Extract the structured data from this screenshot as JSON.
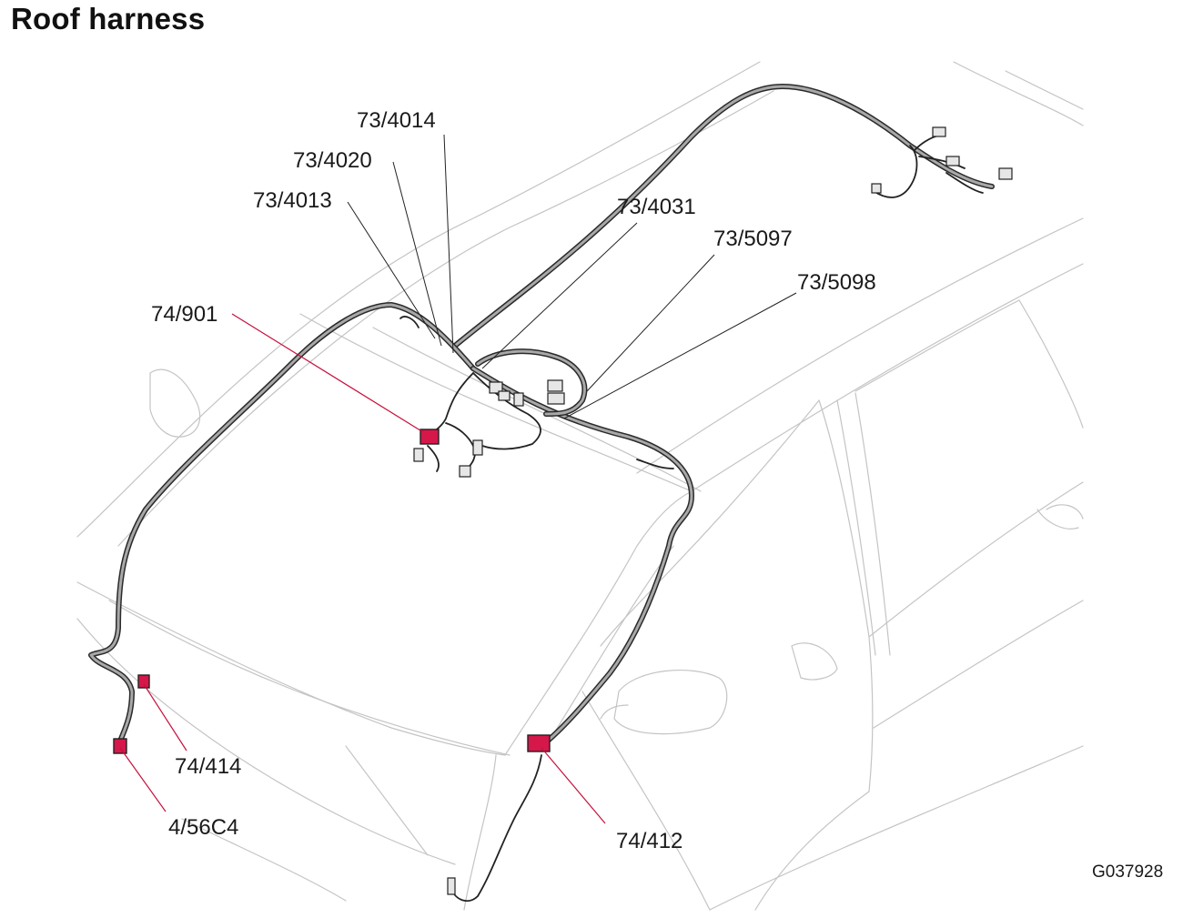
{
  "title": "Roof harness",
  "figure_code": "G037928",
  "callouts": [
    {
      "id": "c-73-4014",
      "label": "73/4014"
    },
    {
      "id": "c-73-4020",
      "label": "73/4020"
    },
    {
      "id": "c-73-4013",
      "label": "73/4013"
    },
    {
      "id": "c-73-4031",
      "label": "73/4031"
    },
    {
      "id": "c-73-5097",
      "label": "73/5097"
    },
    {
      "id": "c-73-5098",
      "label": "73/5098"
    },
    {
      "id": "c-74-901",
      "label": "74/901"
    },
    {
      "id": "c-74-414",
      "label": "74/414"
    },
    {
      "id": "c-4-56c4",
      "label": "4/56C4"
    },
    {
      "id": "c-74-412",
      "label": "74/412"
    }
  ],
  "colors": {
    "highlight_connector": "#d6174a",
    "highlight_leader": "#c8103c",
    "harness": "#a8a8a8",
    "car_outline": "#c4c4c4"
  }
}
